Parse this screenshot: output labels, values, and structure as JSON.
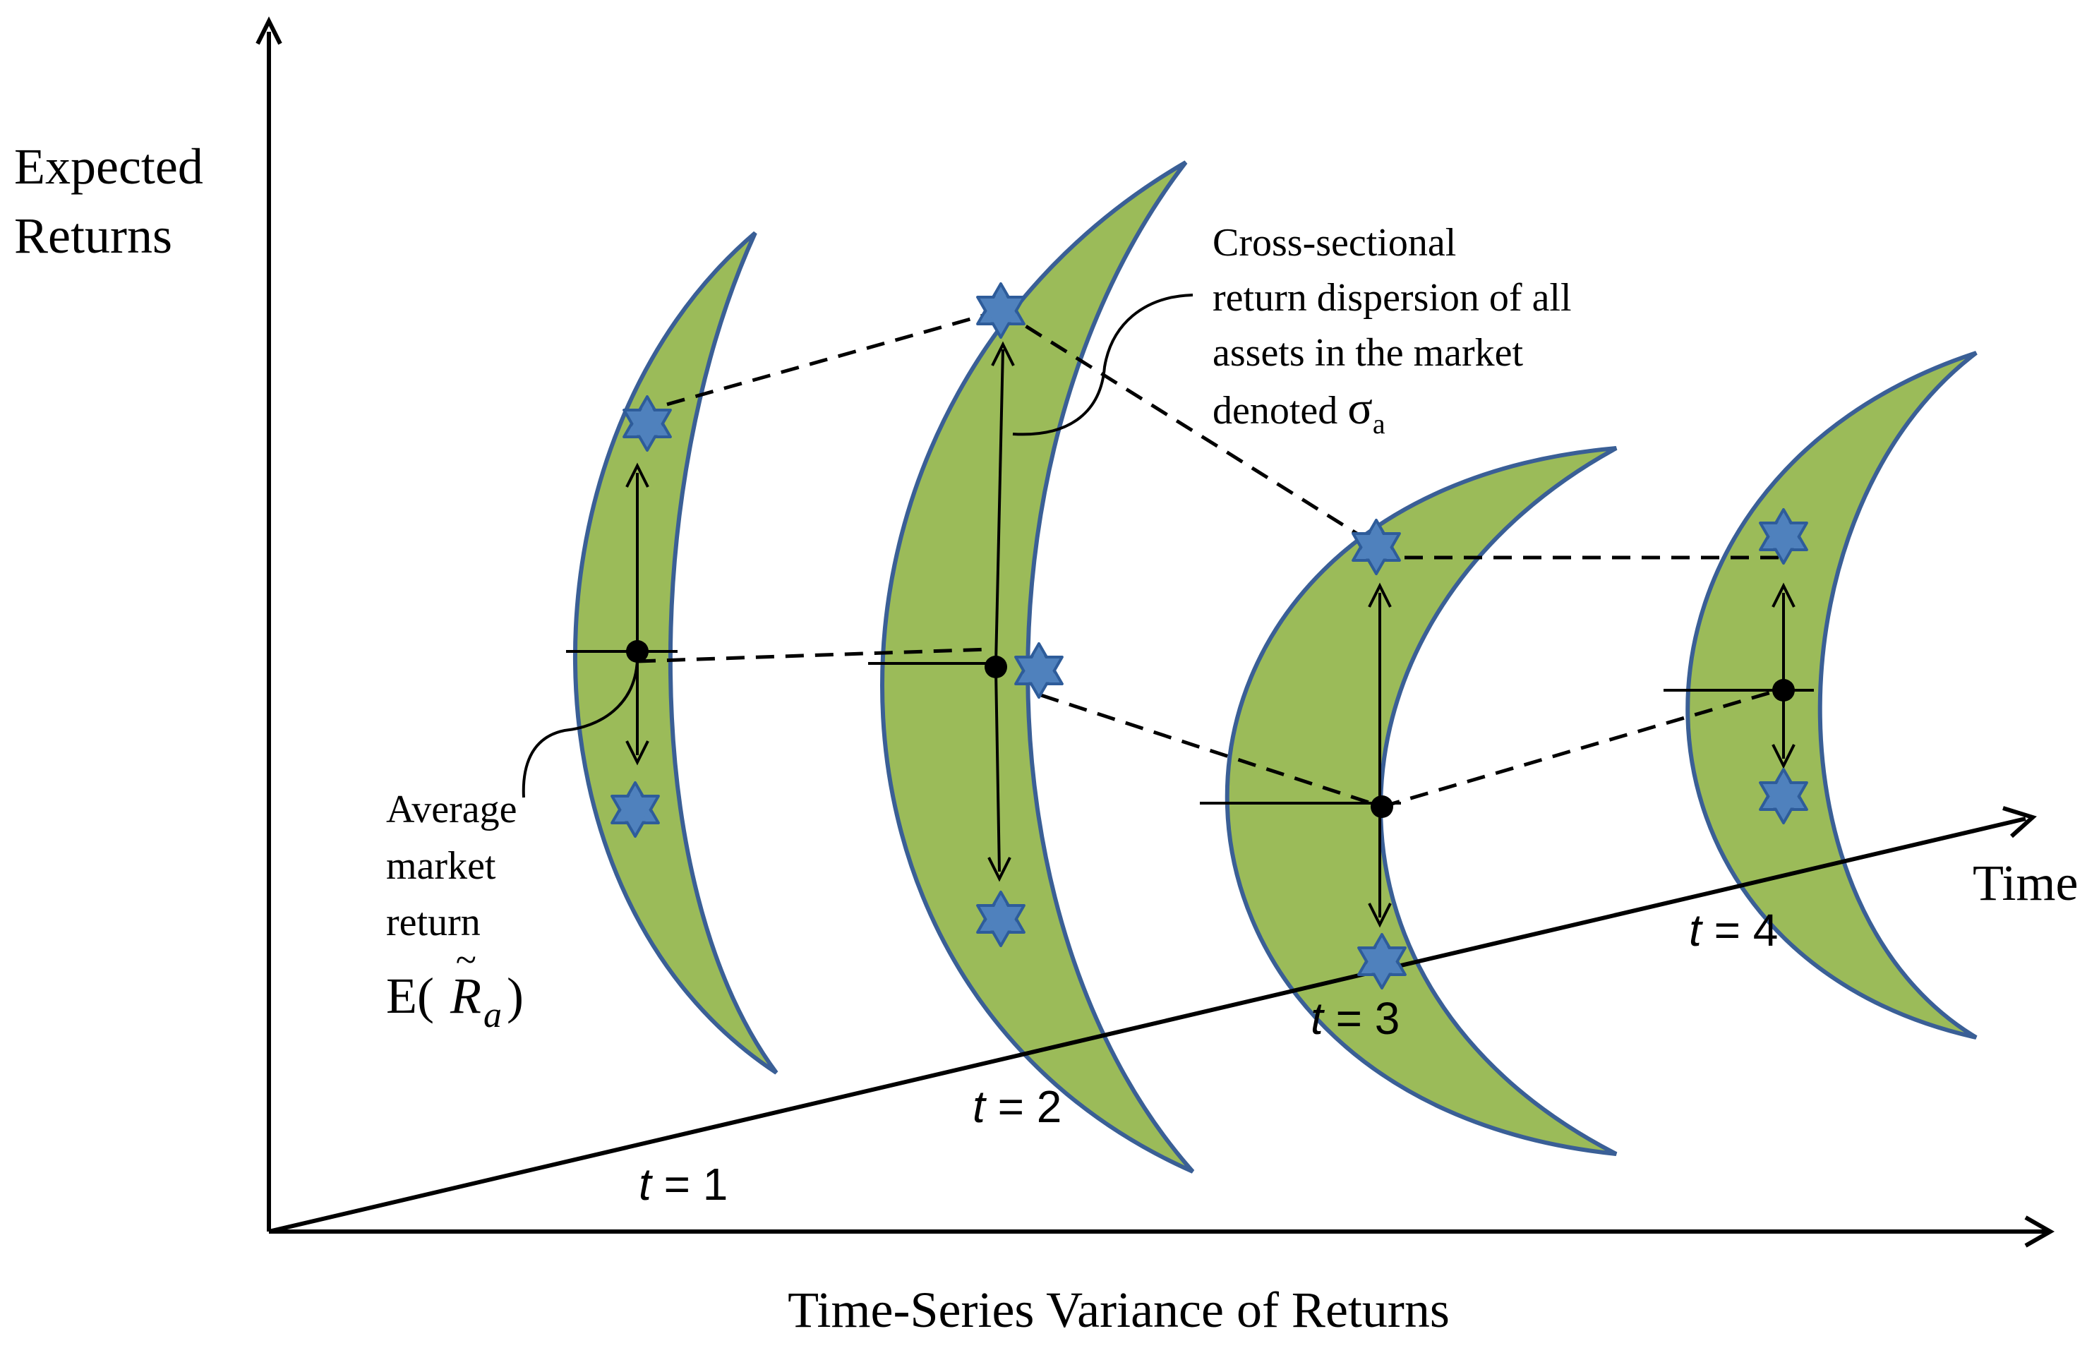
{
  "axes": {
    "y_label_line1": "Expected",
    "y_label_line2": "Returns",
    "x_label": "Time-Series Variance of Returns",
    "time_label": "Time"
  },
  "periods": [
    {
      "t": "t",
      "eq": " = 1"
    },
    {
      "t": "t",
      "eq": " = 2"
    },
    {
      "t": "t",
      "eq": " = 3"
    },
    {
      "t": "t",
      "eq": " = 4"
    }
  ],
  "annotations": {
    "dispersion": {
      "line1": "Cross-sectional",
      "line2": "return dispersion of all",
      "line3": "assets in the market",
      "line4": "denoted ",
      "symbol": "σ",
      "subscript": "a"
    },
    "average": {
      "line1": "Average",
      "line2": "market",
      "line3": "return",
      "formula_open": "E(",
      "formula_var": "R",
      "formula_tilde": "~",
      "formula_sub": "a",
      "formula_close": " )"
    }
  },
  "colors": {
    "crescent_fill": "#9bbb59",
    "crescent_stroke": "#3a5f96",
    "star_fill": "#4f81bd",
    "star_stroke": "#2e5c9a",
    "line": "#000000"
  }
}
